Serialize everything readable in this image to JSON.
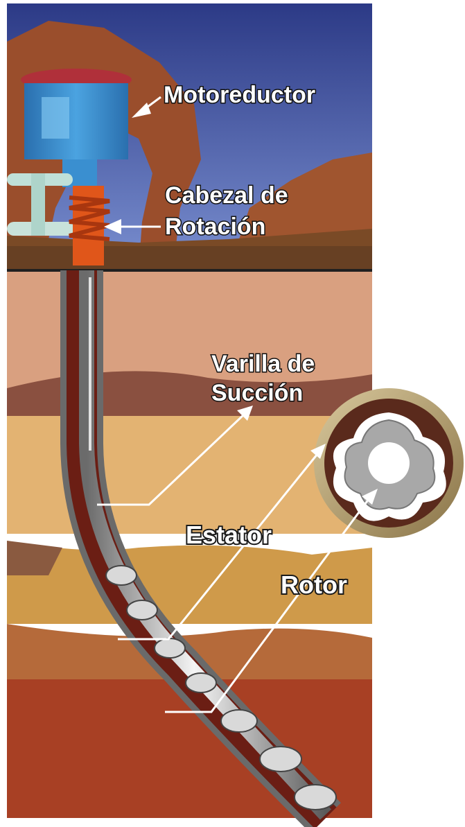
{
  "labels": {
    "motoreductor": "Motoreductor",
    "cabezal_line1": "Cabezal de",
    "cabezal_line2": "Rotación",
    "varilla_line1": "Varilla de",
    "varilla_line2": "Succión",
    "estator": "Estator",
    "rotor": "Rotor"
  },
  "colors": {
    "sky": "#4a5fa8",
    "rock": "#9a4e2c",
    "soil_top": "#d9a080",
    "soil_mid": "#e0b070",
    "soil_low": "#b5502a",
    "motor_blue": "#3a8fd0",
    "head_orange": "#e0561a",
    "stator_ring": "#5a2a1c",
    "rotor_gray": "#a8a8a8"
  }
}
